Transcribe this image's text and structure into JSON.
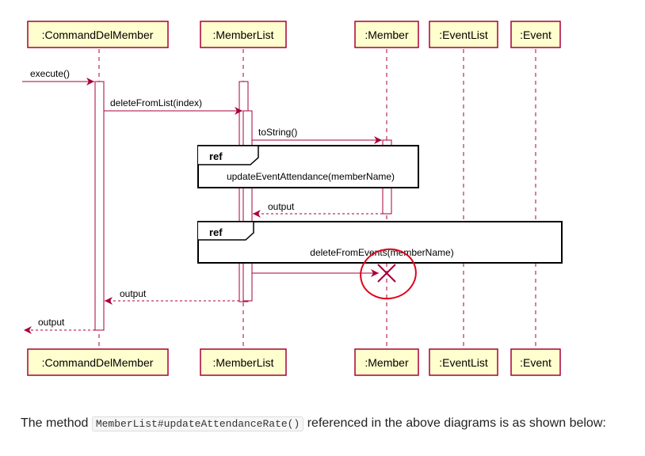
{
  "participants": [
    {
      "id": "cmd",
      "label": ":CommandDelMember"
    },
    {
      "id": "ml",
      "label": ":MemberList"
    },
    {
      "id": "m",
      "label": ":Member"
    },
    {
      "id": "el",
      "label": ":EventList"
    },
    {
      "id": "ev",
      "label": ":Event"
    }
  ],
  "messages": {
    "execute": "execute()",
    "delete_from_list": "deleteFromList(index)",
    "to_string": "toString()",
    "output_member": "output",
    "output_memberlist": "output",
    "output_cmd": "output"
  },
  "refs": [
    {
      "keyword": "ref",
      "text": "updateEventAttendance(memberName)"
    },
    {
      "keyword": "ref",
      "text": "deleteFromEvents(memberName)"
    }
  ],
  "colors": {
    "participant_fill": "#FEFECE",
    "participant_border": "#A80036",
    "arrow": "#A80036",
    "annotation": "#E0001B"
  },
  "caption": {
    "before": "The method ",
    "code": "MemberList#updateAttendanceRate()",
    "after": " referenced in the above diagrams is as shown below:"
  }
}
